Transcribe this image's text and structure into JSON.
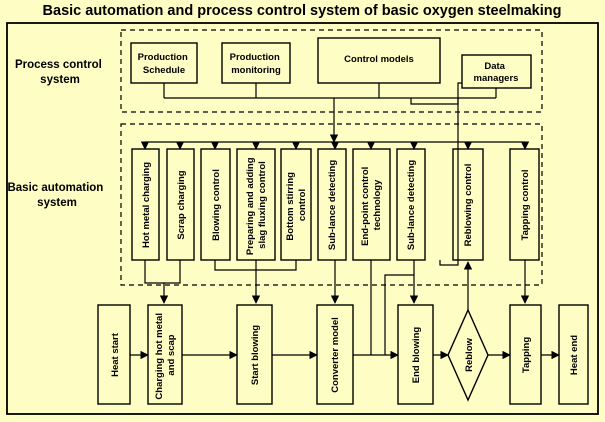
{
  "title": "Basic automation and process control system of basic oxygen steelmaking",
  "colors": {
    "background": "#fdfdc4",
    "stroke": "#000000"
  },
  "process_control": {
    "label_lines": [
      "Process control",
      "system"
    ],
    "boxes": [
      {
        "id": "schedule",
        "lines": [
          "Production",
          "Schedule"
        ]
      },
      {
        "id": "monitoring",
        "lines": [
          "Production",
          "monitoring"
        ]
      },
      {
        "id": "models",
        "lines": [
          "Control models"
        ]
      },
      {
        "id": "managers",
        "lines": [
          "Data",
          "managers"
        ]
      }
    ]
  },
  "basic_automation": {
    "label_lines": [
      "Basic automation",
      "system"
    ],
    "boxes": [
      {
        "id": "hm",
        "lines": [
          "Hot metal charging"
        ]
      },
      {
        "id": "scrap",
        "lines": [
          "Scrap charging"
        ]
      },
      {
        "id": "blowctl",
        "lines": [
          "Blowing control"
        ]
      },
      {
        "id": "slag",
        "lines": [
          "Preparing and adding",
          "slag fluxing control"
        ]
      },
      {
        "id": "bottom",
        "lines": [
          "Bottom stirring",
          "control"
        ]
      },
      {
        "id": "sub1",
        "lines": [
          "Sub-lance detecting"
        ]
      },
      {
        "id": "endpoint",
        "lines": [
          "End-point control",
          "technology"
        ]
      },
      {
        "id": "sub2",
        "lines": [
          "Sub-lance detecting"
        ]
      },
      {
        "id": "reblowctl",
        "lines": [
          "Reblowing control"
        ]
      },
      {
        "id": "tapctl",
        "lines": [
          "Tapping control"
        ]
      }
    ]
  },
  "process_flow": {
    "boxes": [
      {
        "id": "heatstart",
        "lines": [
          "Heat start"
        ]
      },
      {
        "id": "charging",
        "lines": [
          "Charging hot metal",
          "and scap"
        ]
      },
      {
        "id": "startblow",
        "lines": [
          "Start blowing"
        ]
      },
      {
        "id": "converter",
        "lines": [
          "Converter model"
        ]
      },
      {
        "id": "endblow",
        "lines": [
          "End blowing"
        ]
      },
      {
        "id": "reblow",
        "lines": [
          "Reblow"
        ],
        "shape": "diamond"
      },
      {
        "id": "tapping",
        "lines": [
          "Tapping"
        ]
      },
      {
        "id": "heatend",
        "lines": [
          "Heat end"
        ]
      }
    ]
  }
}
